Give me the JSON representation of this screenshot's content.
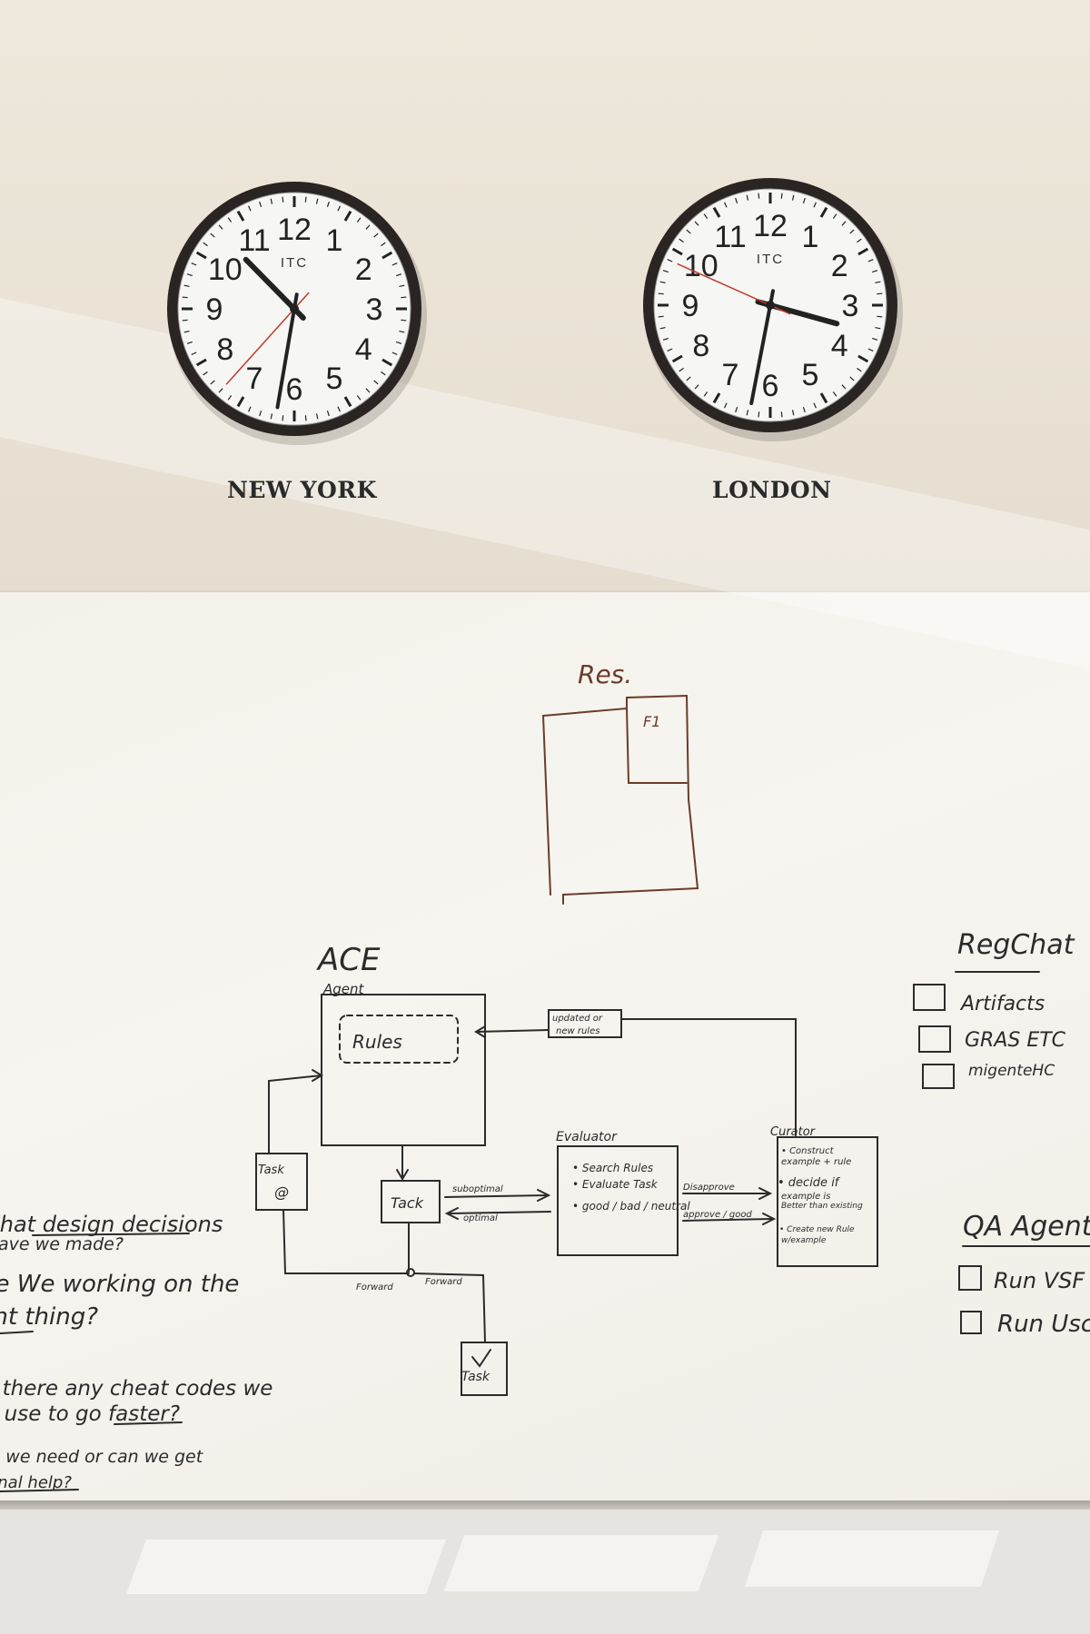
{
  "clocks": [
    {
      "city": "NEW YORK",
      "brand": "ITC",
      "hour": 10,
      "minute": 31,
      "second": 37
    },
    {
      "city": "LONDON",
      "brand": "ITC",
      "hour": 3,
      "minute": 31,
      "second": 49
    }
  ],
  "dial_numbers": [
    "12",
    "1",
    "2",
    "3",
    "4",
    "5",
    "6",
    "7",
    "8",
    "9",
    "10",
    "11"
  ],
  "board": {
    "res": {
      "title": "Res.",
      "tab": "F1"
    },
    "ace": {
      "title": "ACE",
      "agent_label": "Agent",
      "rules_label": "Rules",
      "updated_label_1": "updated or",
      "updated_label_2": "new rules",
      "task_in_label": "Task",
      "task_in_symbol": "@",
      "tack_label": "Tack",
      "forward_label": "suboptimal",
      "optimal_label": "optimal",
      "bottom_left": "Forward",
      "bottom_right": "Forward",
      "task_done_label": "Task",
      "evaluator_label": "Evaluator",
      "evaluator_items": [
        "• Search Rules",
        "• Evaluate Task",
        "• good / bad / neutral"
      ],
      "disapprove_label": "Disapprove",
      "approve_label": "approve / good",
      "curator_label": "Curator",
      "curator_items": [
        "• Construct",
        "example + rule",
        "• decide if",
        "example is",
        "Better than existing",
        "• Create new Rule",
        "w/example"
      ]
    },
    "regchat": {
      "title": "RegChat",
      "items": [
        "Artifacts",
        "GRAS ETC",
        "migenteHC"
      ]
    },
    "qa": {
      "title": "QA Agent",
      "items": [
        "Run VSF",
        "Run Usc"
      ]
    },
    "questions": [
      "What design decisions",
      "have we made?",
      "Are We working on the",
      "right thing?",
      "Are there any cheat codes we",
      "can use to go faster?",
      "Do we need or can we get",
      "external help?"
    ]
  },
  "colors": {
    "ink": "#2b2b2b",
    "brown_ink": "#6b3b2a",
    "clock_frame": "#2a2522",
    "second_hand": "#c0392b"
  }
}
